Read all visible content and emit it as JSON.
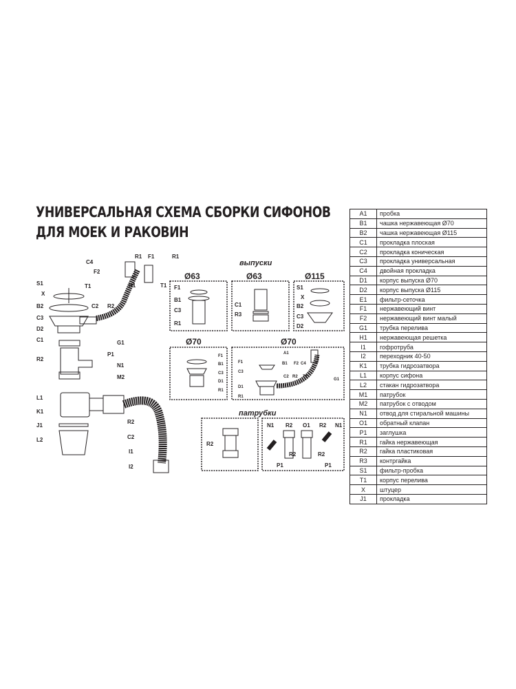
{
  "title": {
    "line1": "УНИВЕРСАЛЬНАЯ СХЕМА СБОРКИ СИФОНОВ",
    "line2": "ДЛЯ МОЕК И РАКОВИН"
  },
  "main_diagram": {
    "labels": [
      "C4",
      "R1",
      "F1",
      "R1",
      "F2",
      "T1",
      "H1",
      "T1",
      "S1",
      "X",
      "B2",
      "C2",
      "R2",
      "C3",
      "D2",
      "C1",
      "G1",
      "P1",
      "R2",
      "N1",
      "M2",
      "L1",
      "K1",
      "R2",
      "J1",
      "L2",
      "C2",
      "I1",
      "I2"
    ]
  },
  "outlets": {
    "section_label": "выпуски",
    "boxes": [
      {
        "diameter": "Ø63",
        "labels": [
          "F1",
          "B1",
          "C3",
          "R1"
        ]
      },
      {
        "diameter": "Ø63",
        "labels": [
          "C1",
          "R3"
        ]
      },
      {
        "diameter": "Ø115",
        "labels": [
          "S1",
          "X",
          "B2",
          "C3",
          "D2"
        ]
      },
      {
        "diameter": "Ø70",
        "labels": [
          "F1",
          "B1",
          "C3",
          "D1",
          "R1"
        ]
      },
      {
        "diameter": "Ø70",
        "labels": [
          "A1",
          "F1",
          "B1",
          "F2",
          "C4",
          "C3",
          "C2",
          "R2",
          "T1",
          "D1",
          "G1",
          "R1"
        ]
      }
    ]
  },
  "fittings": {
    "section_label": "патрубки",
    "box1_labels": [
      "R2"
    ],
    "box2_labels": [
      "N1",
      "R2",
      "O1",
      "R2",
      "N1",
      "R2",
      "R2",
      "P1",
      "P1"
    ]
  },
  "legend": [
    {
      "code": "A1",
      "name": "пробка"
    },
    {
      "code": "B1",
      "name": "чашка нержавеющая Ø70"
    },
    {
      "code": "B2",
      "name": "чашка нержавеющая Ø115"
    },
    {
      "code": "C1",
      "name": "прокладка плоская"
    },
    {
      "code": "C2",
      "name": "прокладка коническая"
    },
    {
      "code": "C3",
      "name": "прокладка универсальная"
    },
    {
      "code": "C4",
      "name": "двойная прокладка"
    },
    {
      "code": "D1",
      "name": "корпус выпуска Ø70"
    },
    {
      "code": "D2",
      "name": "корпус выпуска Ø115"
    },
    {
      "code": "E1",
      "name": "фильтр-сеточка"
    },
    {
      "code": "F1",
      "name": "нержавеющий винт"
    },
    {
      "code": "F2",
      "name": "нержавеющий винт малый"
    },
    {
      "code": "G1",
      "name": "трубка перелива"
    },
    {
      "code": "H1",
      "name": "нержавеющая решетка"
    },
    {
      "code": "I1",
      "name": "гофротруба"
    },
    {
      "code": "I2",
      "name": "переходник 40-50"
    },
    {
      "code": "K1",
      "name": "трубка гидрозатвора"
    },
    {
      "code": "L1",
      "name": "корпус сифона"
    },
    {
      "code": "L2",
      "name": "стакан гидрозатвора"
    },
    {
      "code": "M1",
      "name": "патрубок"
    },
    {
      "code": "M2",
      "name": "патрубок с отводом"
    },
    {
      "code": "N1",
      "name": "отвод для стиральной машины"
    },
    {
      "code": "O1",
      "name": "обратный клапан"
    },
    {
      "code": "P1",
      "name": "заглушка"
    },
    {
      "code": "R1",
      "name": "гайка нержавеющая"
    },
    {
      "code": "R2",
      "name": "гайка пластиковая"
    },
    {
      "code": "R3",
      "name": "контргайка"
    },
    {
      "code": "S1",
      "name": "фильтр-пробка"
    },
    {
      "code": "T1",
      "name": "корпус перелива"
    },
    {
      "code": "X",
      "name": "штуцер"
    },
    {
      "code": "J1",
      "name": "прокладка"
    }
  ]
}
